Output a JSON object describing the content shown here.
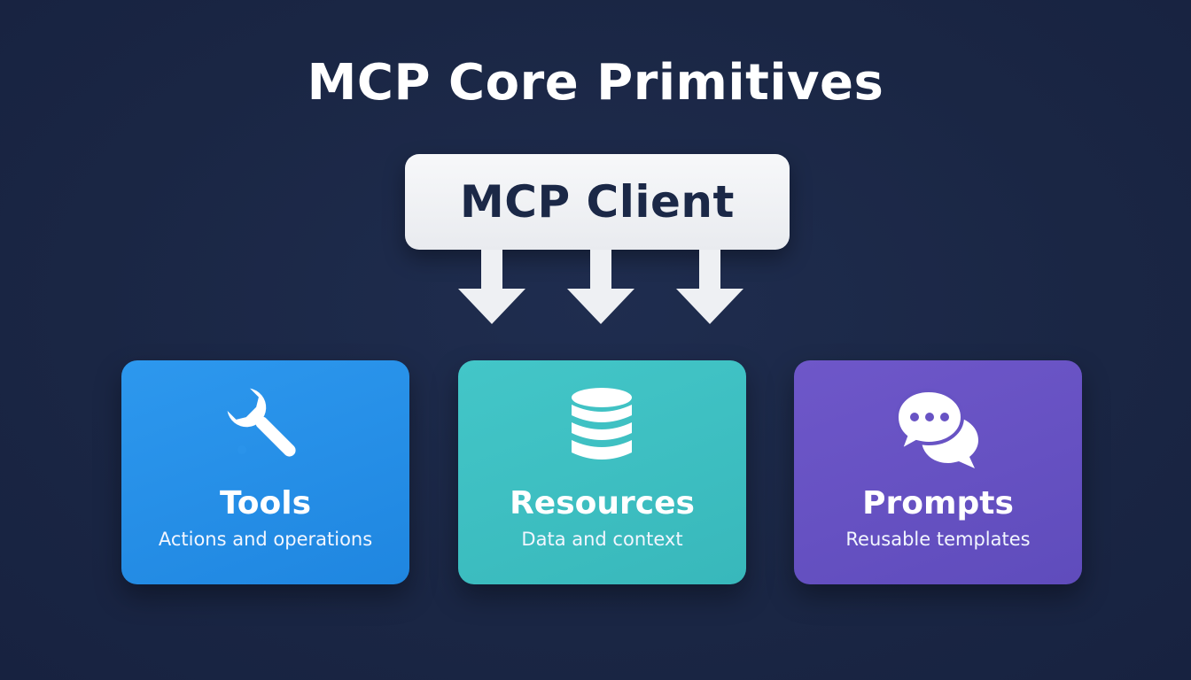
{
  "title": "MCP Core Primitives",
  "client": {
    "label": "MCP Client"
  },
  "cards": [
    {
      "title": "Tools",
      "subtitle": "Actions and operations",
      "icon": "wrench-icon",
      "color": "#2a93ea"
    },
    {
      "title": "Resources",
      "subtitle": "Data and context",
      "icon": "database-icon",
      "color": "#3fc0c3"
    },
    {
      "title": "Prompts",
      "subtitle": "Reusable templates",
      "icon": "chat-bubbles-icon",
      "color": "#6853c4"
    }
  ],
  "colors": {
    "background": "#1b2847",
    "client_box": "#f0f1f4",
    "arrow": "#eef0f3"
  }
}
